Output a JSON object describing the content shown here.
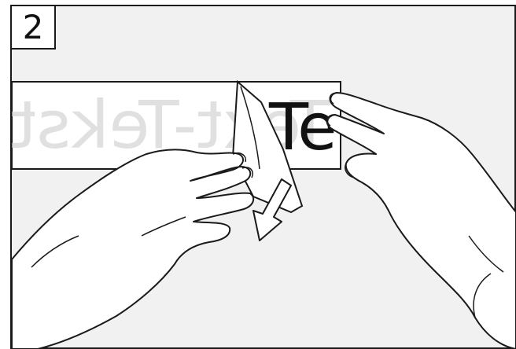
{
  "step": {
    "number": "2"
  },
  "illustration": {
    "mirrored_text": "Text-Tekst-Teks",
    "front_text": "Te",
    "colors": {
      "frame_bg": "#f1f1f1",
      "strip": "#ffffff",
      "outline": "#1a1a1a",
      "mirrored_text": "#e0e0e0",
      "front_text": "#111111"
    }
  }
}
